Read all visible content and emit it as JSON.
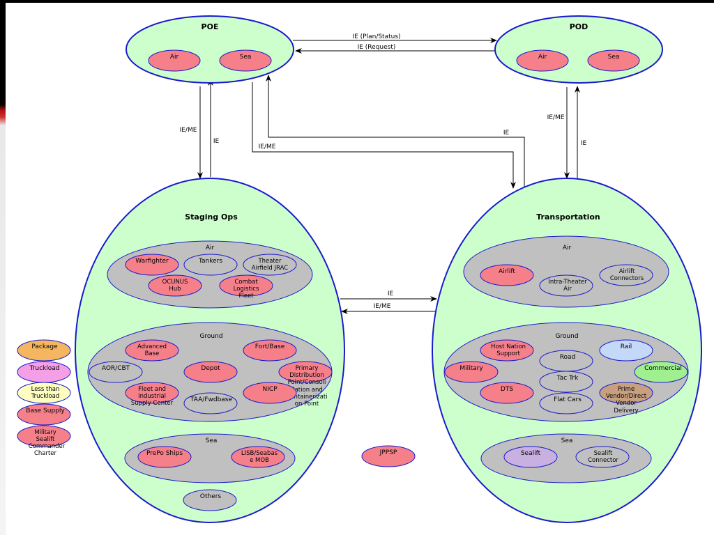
{
  "nodes": {
    "poe": {
      "title": "POE",
      "air": "Air",
      "sea": "Sea"
    },
    "pod": {
      "title": "POD",
      "air": "Air",
      "sea": "Sea"
    },
    "staging": {
      "title": "Staging Ops",
      "air": {
        "title": "Air",
        "warfighter": "Warfighter",
        "tankers": "Tankers",
        "theater_airfield": [
          "Theater",
          "Airfield JRAC"
        ],
        "ocunus_hub": [
          "OCUNUS",
          "Hub"
        ],
        "combat_logistics": [
          "Combat",
          "Logistics",
          "Fleet"
        ]
      },
      "ground": {
        "title": "Ground",
        "advanced_base": [
          "Advanced",
          "Base"
        ],
        "fort_base": "Fort/Base",
        "aor_cbt": "AOR/CBT",
        "depot": "Depot",
        "primary_distribution": [
          "Primary",
          "Distribution",
          "Point/Consoli",
          "dation and",
          "Containerizati",
          "on Point"
        ],
        "fleet_industrial": [
          "Fleet and",
          "Industrial",
          "Supply Center"
        ],
        "taa_fwdbase": "TAA/Fwdbase",
        "nicp": "NICP"
      },
      "sea": {
        "title": "Sea",
        "prepo_ships": "PrePo Ships",
        "lisb": [
          "LISB/Seabas",
          "e MOB"
        ]
      },
      "others": "Others"
    },
    "transportation": {
      "title": "Transportation",
      "air": {
        "title": "Air",
        "airlift": "Airlift",
        "intra_theater": [
          "Intra-Theater",
          "Air"
        ],
        "airlift_connectors": [
          "Airlift",
          "Connectors"
        ]
      },
      "ground": {
        "title": "Ground",
        "host_nation": [
          "Host Nation",
          "Support"
        ],
        "rail": "Rail",
        "military": "Military",
        "road": "Road",
        "commercial": "Commercial",
        "tac_trk": "Tac Trk",
        "dts": "DTS",
        "flat_cars": "Flat Cars",
        "prime_vendor": [
          "Prime",
          "Vendor/Direct",
          "Vendor",
          "Delivery"
        ]
      },
      "sea": {
        "title": "Sea",
        "sealift": "Sealift",
        "sealift_connector": [
          "Sealift",
          "Connector"
        ]
      }
    },
    "jppsp": "JPPSP"
  },
  "connectors": {
    "poe_pod_plan": "IE (Plan/Status)",
    "pod_poe_request": "IE (Request)",
    "poe_staging": "IE/ME",
    "staging_poe": "IE",
    "poe_transport": "IE/ME",
    "transport_poe": "IE",
    "pod_transport": "IE/ME",
    "transport_pod": "IE",
    "staging_transport": "IE",
    "transport_staging": "IE/ME"
  },
  "legend": [
    {
      "lines": [
        "Package"
      ],
      "color": "#f5b660"
    },
    {
      "lines": [
        "Truckload"
      ],
      "color": "#f5a0e6"
    },
    {
      "lines": [
        "Less than",
        "Truckload"
      ],
      "color": "#fdfdc0"
    },
    {
      "lines": [
        "Base Supply"
      ],
      "color": "#f5808a"
    },
    {
      "lines": [
        "Military",
        "Sealift",
        "Commander",
        "Charter"
      ],
      "color": "#f5808a"
    }
  ],
  "colors": {
    "outer_fill": "#ccffcc",
    "outer_stroke": "#1a1acc",
    "group_fill": "#c0c0c0",
    "red_node": "#f5808a",
    "gray_node": "#c0c0c0",
    "blue_node": "#c4d8f8",
    "green_node": "#a0f090",
    "tan_node": "#c8a080",
    "purple_node": "#c8b0e0"
  }
}
